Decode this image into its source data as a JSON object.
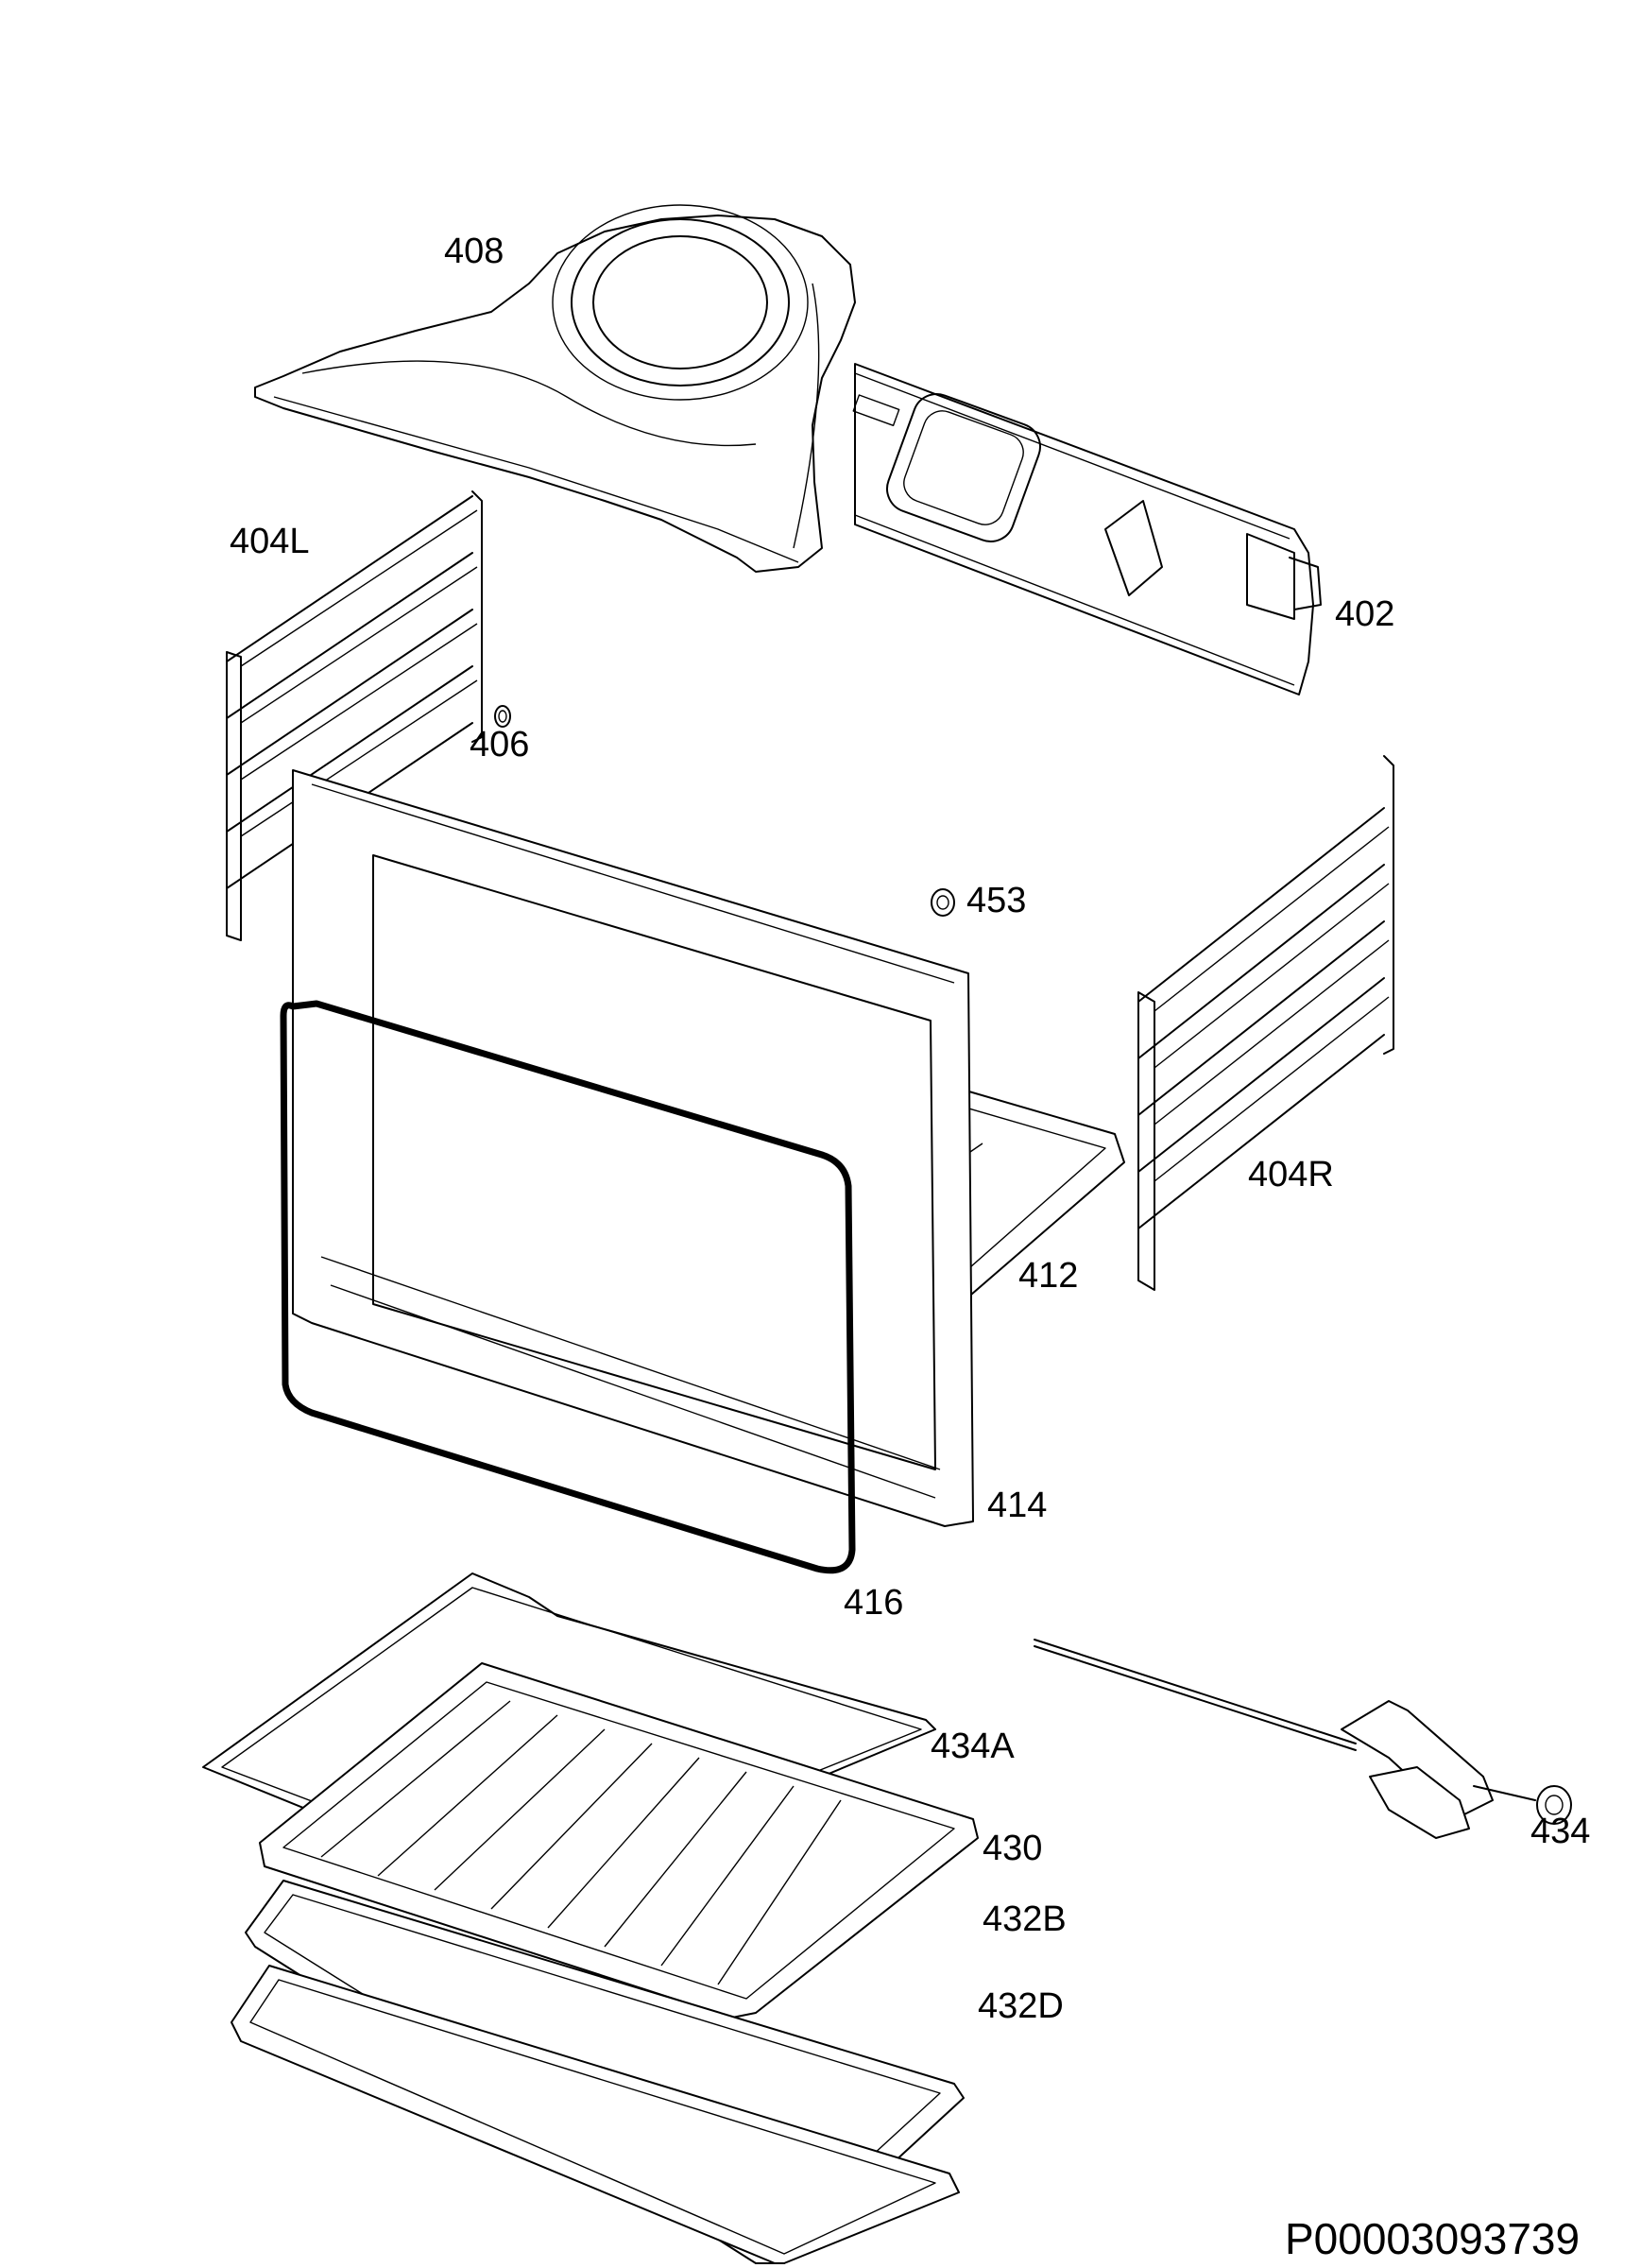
{
  "diagram": {
    "part_labels": {
      "p408": "408",
      "p402": "402",
      "p404L": "404L",
      "p406": "406",
      "p453": "453",
      "p404R": "404R",
      "p412": "412",
      "p414": "414",
      "p416": "416",
      "p434A": "434A",
      "p430": "430",
      "p432B": "432B",
      "p432D": "432D",
      "p434": "434"
    },
    "drawing_code": "P00003093739"
  }
}
